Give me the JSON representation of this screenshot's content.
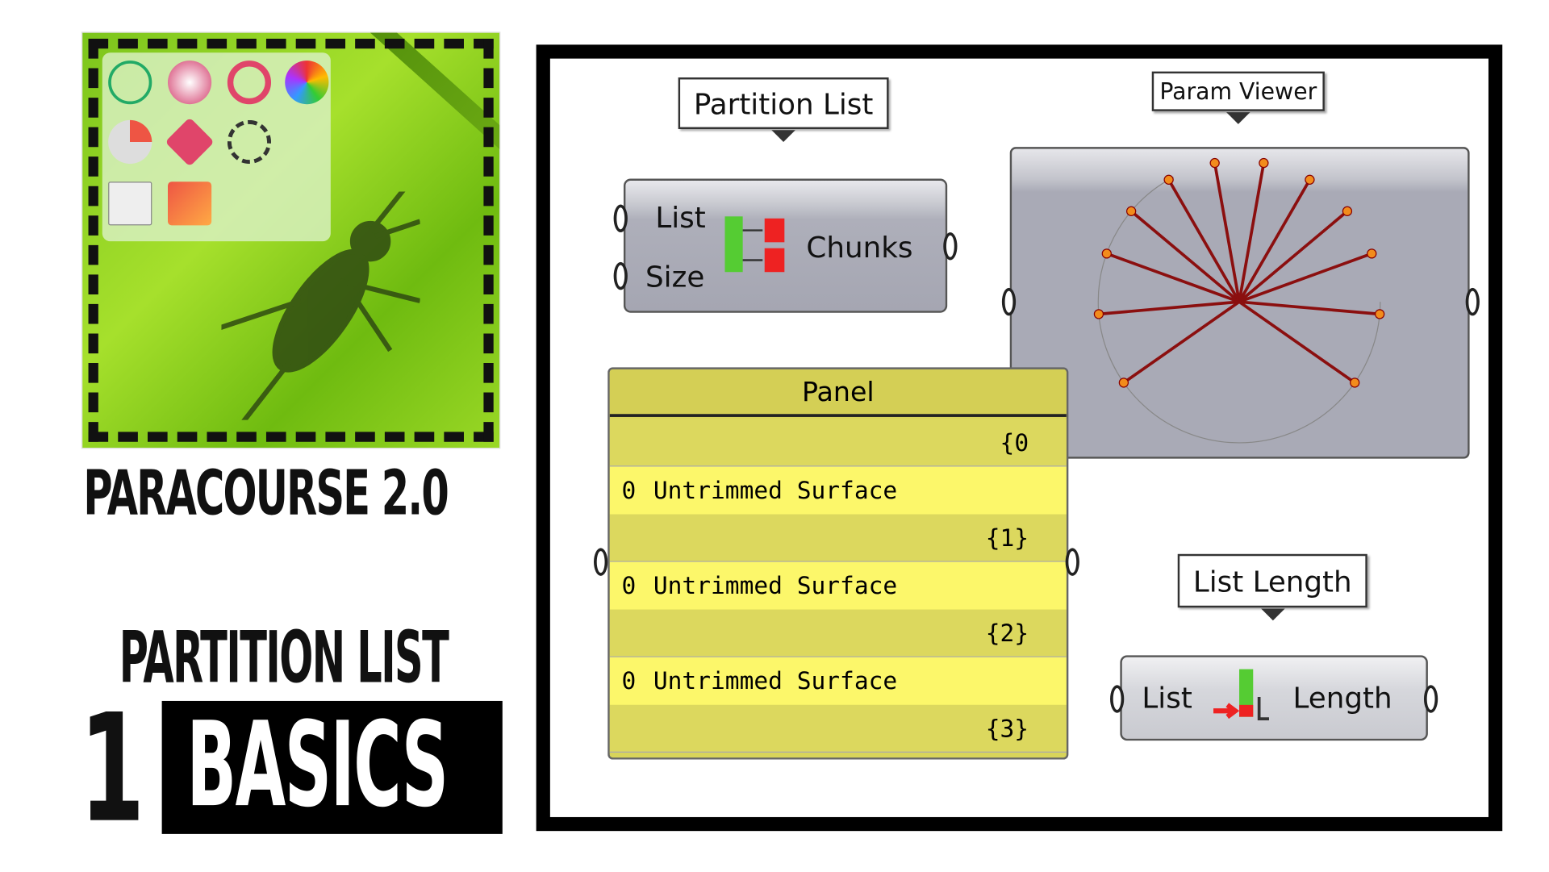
{
  "logo": {
    "title": "PARACOURSE 2.0"
  },
  "course": {
    "topic": "PARTITION LIST",
    "number": "1",
    "level": "BASICS"
  },
  "canvas": {
    "partition_list": {
      "tooltip": "Partition List",
      "inputs": [
        "List",
        "Size"
      ],
      "output": "Chunks"
    },
    "param_viewer": {
      "tooltip": "Param Viewer"
    },
    "panel": {
      "title": "Panel",
      "rows": [
        {
          "path": "{0"
        },
        {
          "index": "0",
          "text": "Untrimmed Surface"
        },
        {
          "path": "{1}"
        },
        {
          "index": "0",
          "text": "Untrimmed Surface"
        },
        {
          "path": "{2}"
        },
        {
          "index": "0",
          "text": "Untrimmed Surface"
        },
        {
          "path": "{3}"
        }
      ]
    },
    "list_length": {
      "tooltip": "List Length",
      "input": "List",
      "output": "Length"
    }
  },
  "colors": {
    "wire": "#8b0f0f",
    "node": "#f28c1c",
    "panel": "#fcf76a"
  }
}
